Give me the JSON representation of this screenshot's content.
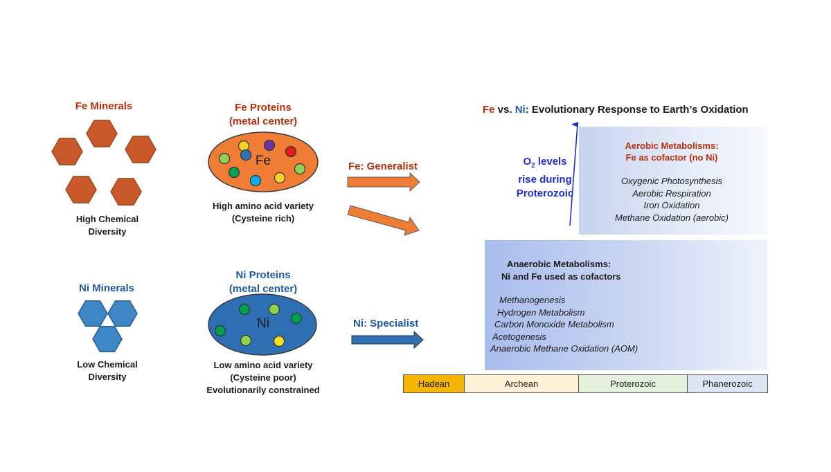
{
  "title": {
    "fe": "Fe",
    "vs": " vs. ",
    "ni": "Ni",
    "rest": ": Evolutionary Response to Earth’s Oxidation"
  },
  "fe_minerals": {
    "label": "Fe Minerals",
    "diversity_line1": "High Chemical",
    "diversity_line2": "Diversity"
  },
  "ni_minerals": {
    "label": "Ni Minerals",
    "diversity_line1": "Low Chemical",
    "diversity_line2": "Diversity"
  },
  "fe_proteins": {
    "label_line1": "Fe Proteins",
    "label_line2": "(metal center)",
    "center": "Fe",
    "desc_line1": "High amino acid variety",
    "desc_line2": "(Cysteine rich)"
  },
  "ni_proteins": {
    "label_line1": "Ni Proteins",
    "label_line2": "(metal center)",
    "center": "Ni",
    "desc_line1": "Low amino acid variety",
    "desc_line2": "(Cysteine poor)",
    "desc_line3": "Evolutionarily constrained"
  },
  "fe_arrow_label": "Fe: Generalist",
  "ni_arrow_label": "Ni: Specialist",
  "o2": {
    "line1_prefix": "O",
    "line1_sub": "2",
    "line1_suffix": " levels",
    "line2": "rise during",
    "line3": "Proterozoic"
  },
  "aerobic": {
    "heading_line1": "Aerobic Metabolisms:",
    "heading_line2": "Fe as cofactor (no Ni)",
    "items": [
      "Oxygenic Photosynthesis",
      "Aerobic Respiration",
      "Iron Oxidation",
      "Methane Oxidation (aerobic)"
    ]
  },
  "anaerobic": {
    "heading_line1": "Anaerobic Metabolisms:",
    "heading_line2": "Ni and Fe used as cofactors",
    "items": [
      "Methanogenesis",
      "Hydrogen Metabolism",
      "Carbon Monoxide Metabolism",
      "Acetogenesis",
      "Anaerobic Methane Oxidation (AOM)"
    ]
  },
  "timeline": [
    {
      "label": "Hadean",
      "color": "#f5b400"
    },
    {
      "label": "Archean",
      "color": "#fdf2d6"
    },
    {
      "label": "Proterozoic",
      "color": "#e5f0dc"
    },
    {
      "label": "Phanerozoic",
      "color": "#dde5f2"
    }
  ],
  "colors": {
    "fe_mineral": "#c9582b",
    "ni_mineral": "#3f86c6",
    "fe_ellipse": "#ef7d35",
    "ni_ellipse": "#2e6fb4",
    "fe_arrow": "#ef7d35",
    "ni_arrow": "#2e6fb4",
    "o2_arrow": "#1f2fc9"
  },
  "fe_dots": [
    "#f5d020",
    "#7030a0",
    "#e31a1c",
    "#92d050",
    "#00a050",
    "#00b0f0",
    "#f5d020",
    "#92d050",
    "#2e75b6"
  ],
  "ni_dots": [
    "#00a050",
    "#92d050",
    "#00a050",
    "#00a050",
    "#92d050",
    "#f5e020"
  ]
}
